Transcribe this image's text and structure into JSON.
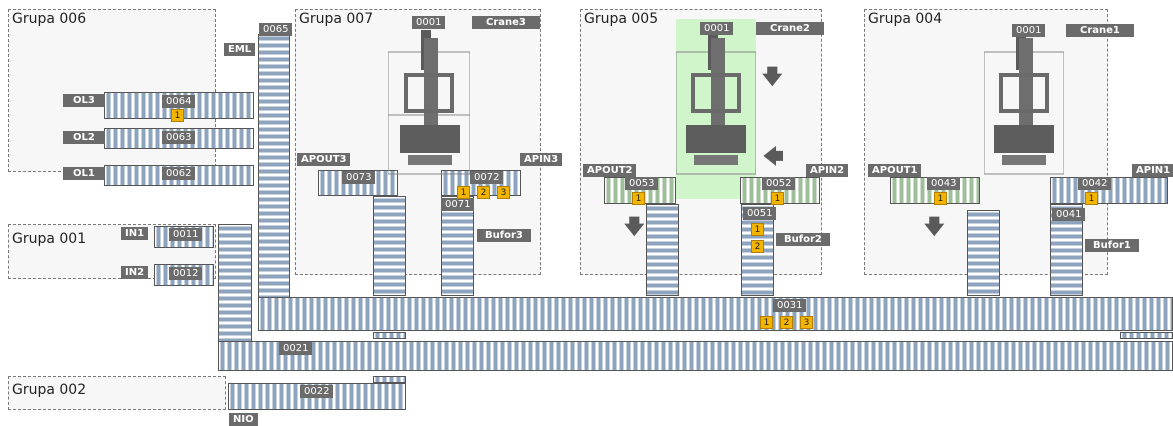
{
  "groups": {
    "g006": "Grupa 006",
    "g007": "Grupa 007",
    "g005": "Grupa 005",
    "g004": "Grupa 004",
    "g001": "Grupa 001",
    "g002": "Grupa 002"
  },
  "labels": {
    "eml": "EML",
    "c0065": "0065",
    "ol3": "OL3",
    "ol2": "OL2",
    "ol1": "OL1",
    "c0064": "0064",
    "c0063": "0063",
    "c0062": "0062",
    "in1": "IN1",
    "in2": "IN2",
    "c0011": "0011",
    "c0012": "0012",
    "crane3": "Crane3",
    "crane2": "Crane2",
    "crane1": "Crane1",
    "c0001_7": "0001",
    "c0001_5": "0001",
    "c0001_4": "0001",
    "apout3": "APOUT3",
    "apin3": "APIN3",
    "c0073": "0073",
    "c0072": "0072",
    "c0071": "0071",
    "bufor3": "Bufor3",
    "apout2": "APOUT2",
    "apin2": "APIN2",
    "c0053": "0053",
    "c0052": "0052",
    "c0051": "0051",
    "bufor2": "Bufor2",
    "apout1": "APOUT1",
    "apin1": "APIN1",
    "c0043": "0043",
    "c0042": "0042",
    "c0041": "0041",
    "bufor1": "Bufor1",
    "c0031": "0031",
    "c0021": "0021",
    "c0022": "0022",
    "nio": "NIO"
  },
  "slots": {
    "s0064": [
      "1"
    ],
    "s0072": [
      "1",
      "2",
      "3"
    ],
    "s0053": [
      "1"
    ],
    "s0052": [
      "1"
    ],
    "s0051": [
      "1",
      "2"
    ],
    "s0043": [
      "1"
    ],
    "s0042": [
      "1"
    ],
    "s0031": [
      "1",
      "2",
      "3"
    ]
  },
  "icons": {
    "arrow_down": "down-arrow-icon",
    "arrow_left": "left-arrow-icon",
    "crane": "crane-icon"
  },
  "colors": {
    "occupied_slot": "#f3b400",
    "active_crane_highlight": "#c9f5c2",
    "label_bg": "#6b6b6b",
    "roller": "#8da3be"
  }
}
